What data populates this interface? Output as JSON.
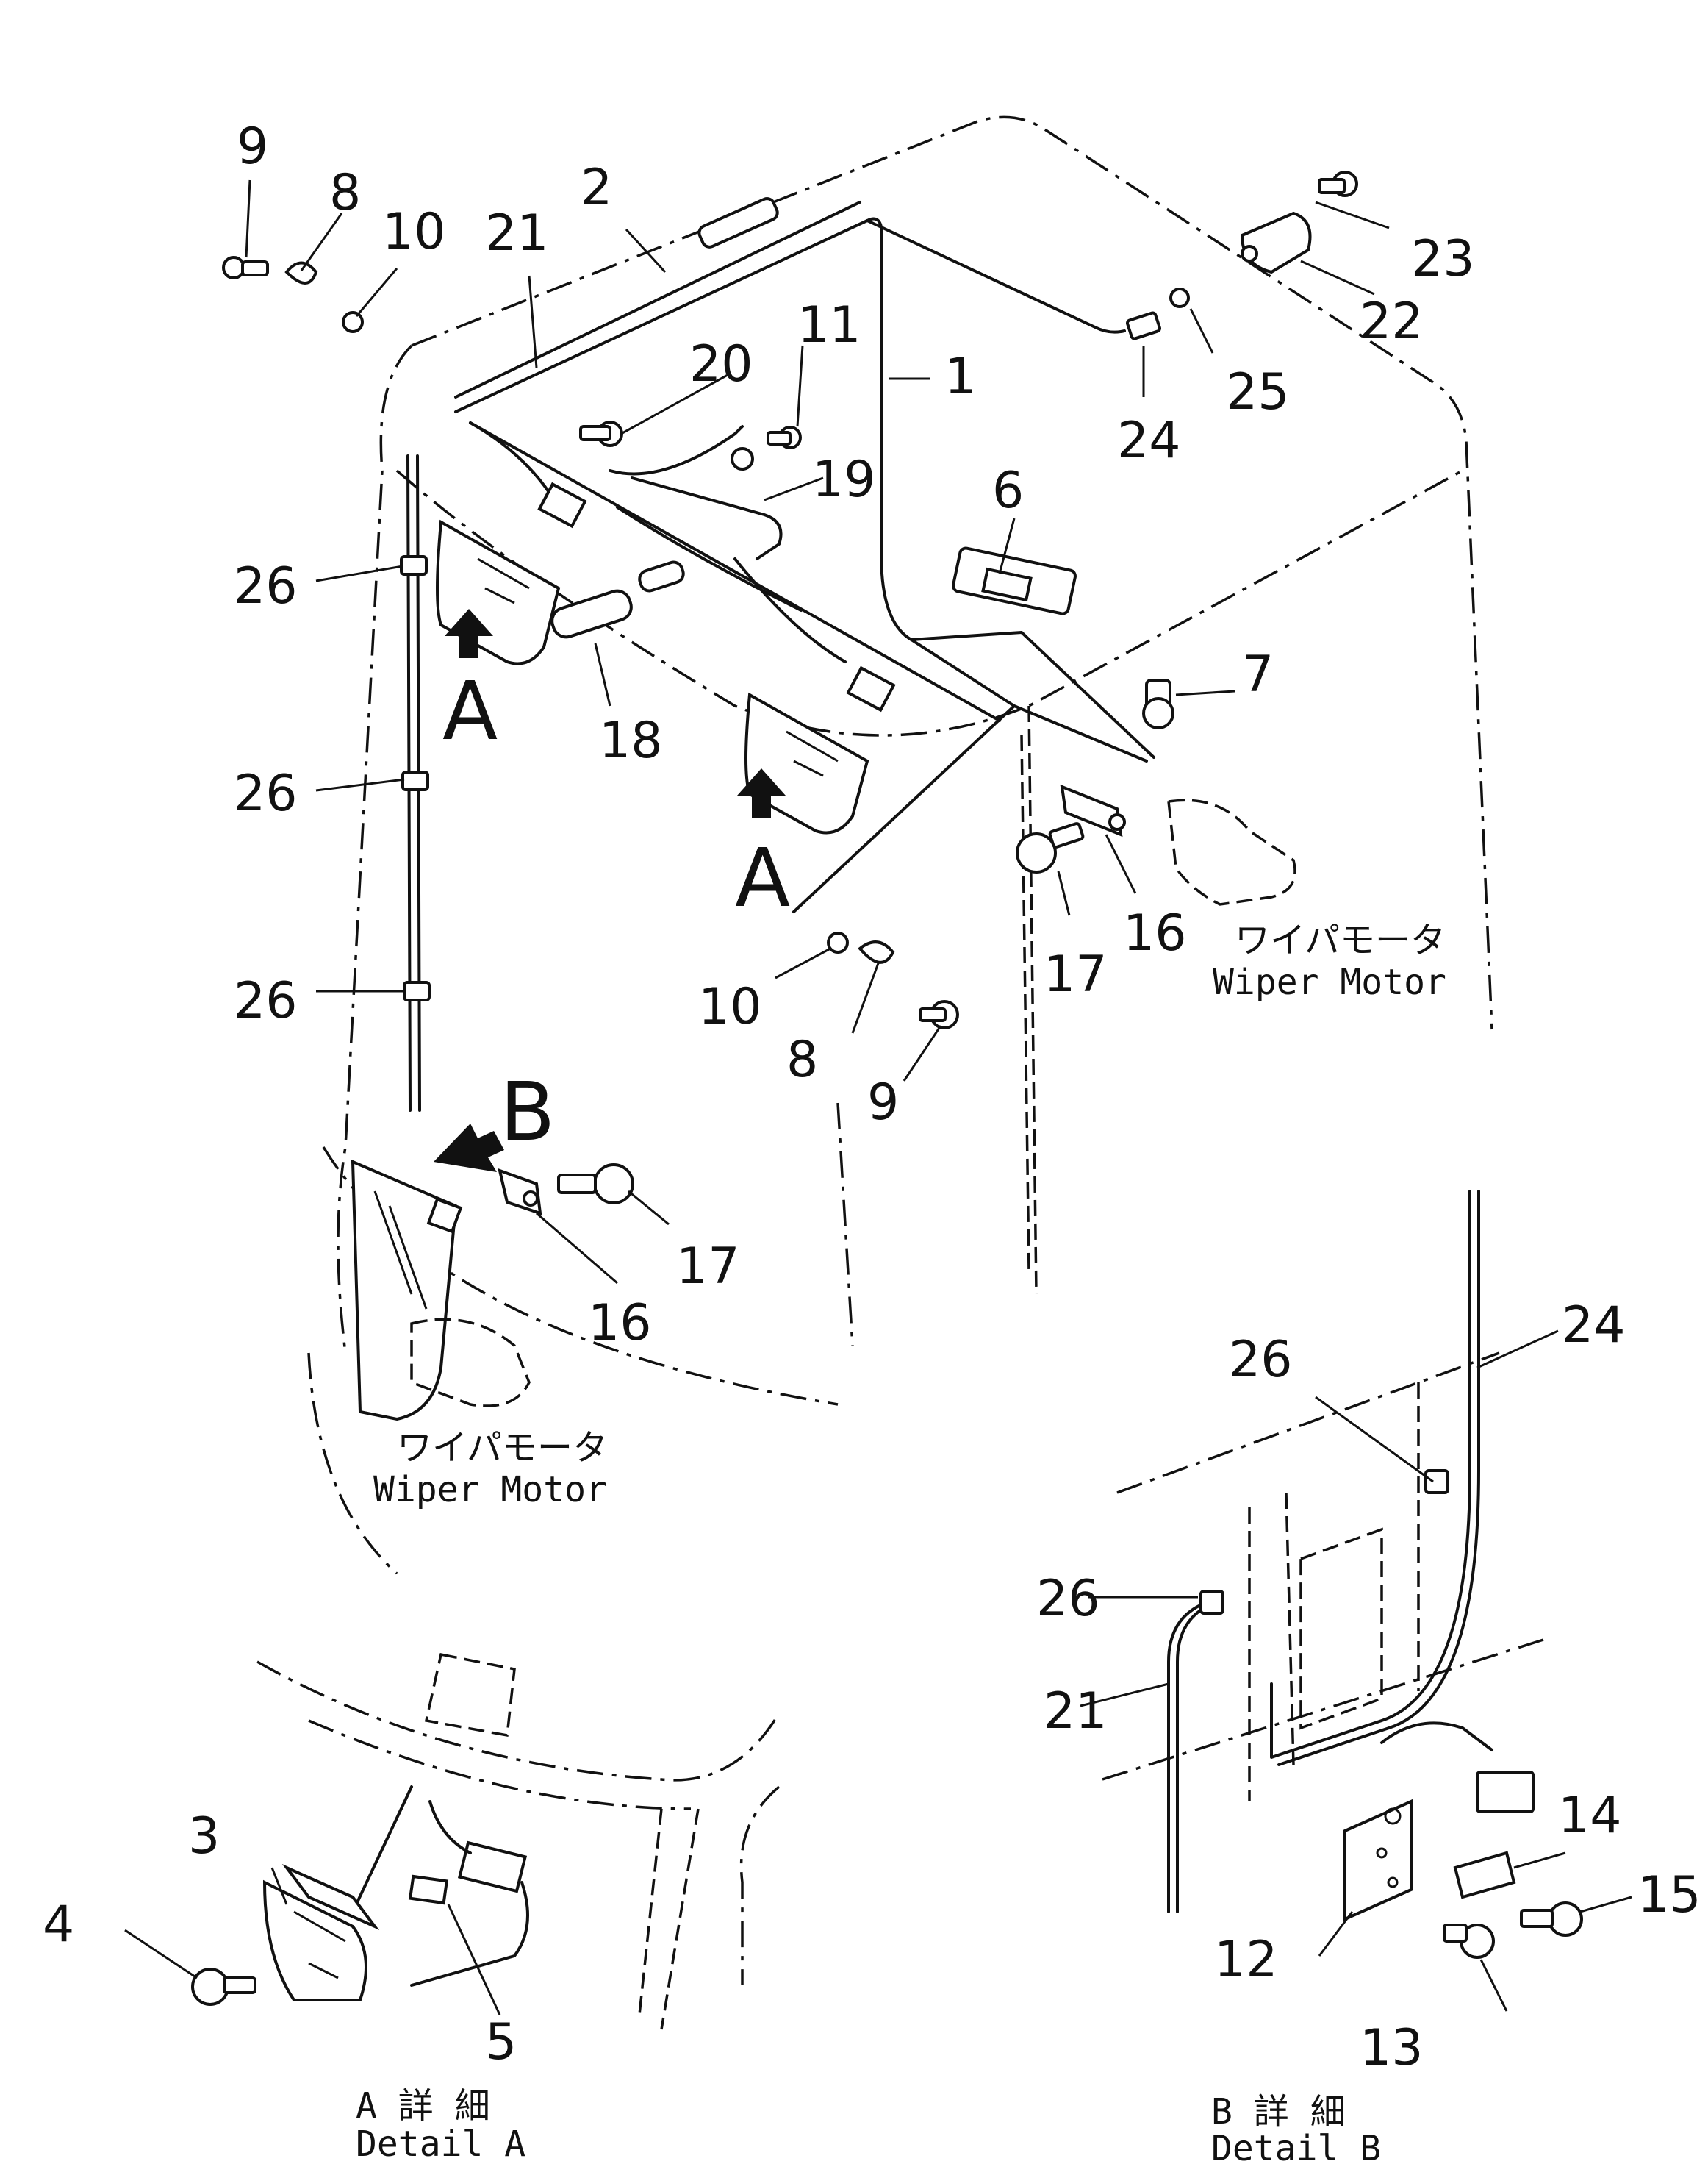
{
  "callouts": {
    "c1": "1",
    "c2": "2",
    "c3": "3",
    "c4": "4",
    "c5": "5",
    "c6": "6",
    "c7": "7",
    "c8": "8",
    "c9": "9",
    "c10": "10",
    "c11": "11",
    "c12": "12",
    "c13": "13",
    "c14": "14",
    "c15": "15",
    "c16": "16",
    "c17": "17",
    "c18": "18",
    "c19": "19",
    "c20": "20",
    "c21": "21",
    "c22": "22",
    "c23": "23",
    "c24": "24",
    "c25": "25",
    "c26": "26"
  },
  "view_arrows": {
    "a": "A",
    "b": "B"
  },
  "wiper_motor": {
    "jp": "ワイパモータ",
    "en": "Wiper Motor"
  },
  "detail_a": {
    "jp": "A 詳 細",
    "en": "Detail A"
  },
  "detail_b": {
    "jp": "B 詳 細",
    "en": "Detail B"
  }
}
